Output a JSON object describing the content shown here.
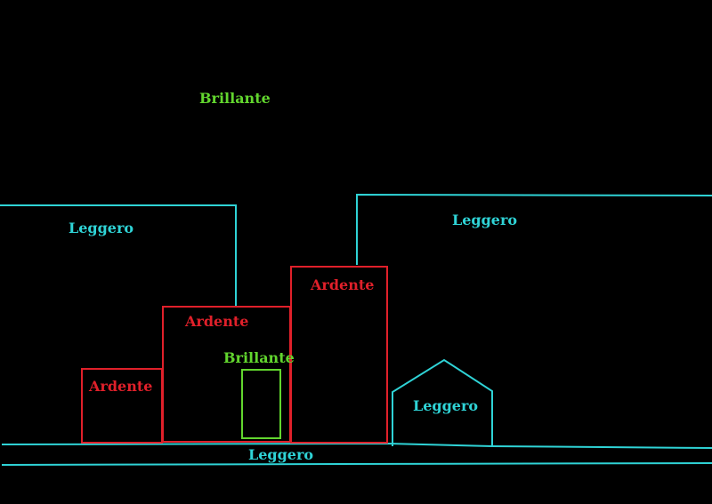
{
  "colors": {
    "background": "#000000",
    "ardente": "#e0202a",
    "brillante": "#62d62e",
    "leggero": "#2fd3d6"
  },
  "labels": {
    "sky_top": "Brillante",
    "left_building": "Leggero",
    "right_building": "Leggero",
    "ardente_tall": "Ardente",
    "ardente_mid": "Ardente",
    "ardente_small": "Ardente",
    "door": "Brillante",
    "house": "Leggero",
    "street": "Leggero"
  }
}
